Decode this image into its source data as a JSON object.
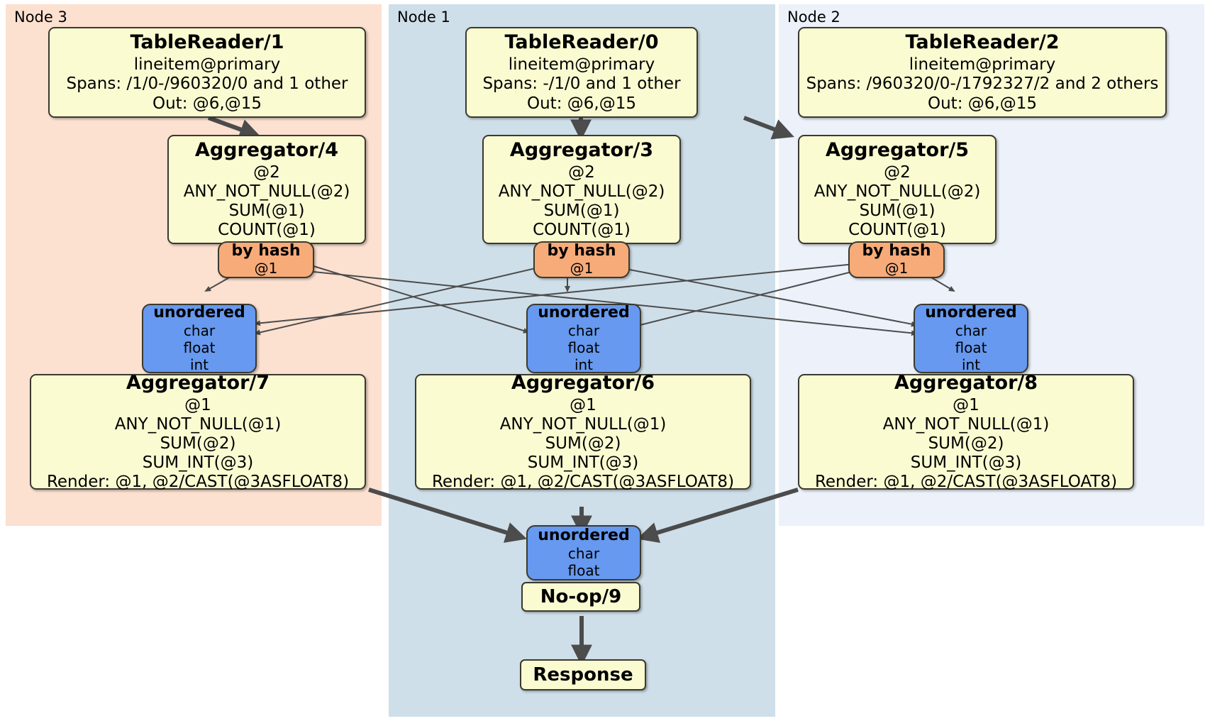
{
  "diagram": {
    "title": "Distributed query execution plan",
    "colors": {
      "node3_bg": "#fce0d0",
      "node1_bg": "#cfdfe9",
      "node2_bg": "#ecf1fa",
      "processor": "#fbfbd2",
      "router": "#f7ab79",
      "sync": "#6699ef",
      "edge": "#4c4c4c",
      "border": "#3a3a2f"
    }
  },
  "regions": [
    {
      "id": "node3",
      "label": "Node 3"
    },
    {
      "id": "node1",
      "label": "Node 1"
    },
    {
      "id": "node2",
      "label": "Node 2"
    }
  ],
  "table_readers": [
    {
      "id": "tr1",
      "title": "TableReader/1",
      "table": "lineitem@primary",
      "spans": "Spans: /1/0-/960320/0 and 1 other",
      "out": "Out: @6,@15"
    },
    {
      "id": "tr0",
      "title": "TableReader/0",
      "table": "lineitem@primary",
      "spans": "Spans: -/1/0 and 1 other",
      "out": "Out: @6,@15"
    },
    {
      "id": "tr2",
      "title": "TableReader/2",
      "table": "lineitem@primary",
      "spans": "Spans: /960320/0-/1792327/2 and 2 others",
      "out": "Out: @6,@15"
    }
  ],
  "upper_aggregators": [
    {
      "id": "agg4",
      "title": "Aggregator/4",
      "group": "@2",
      "f1": "ANY_NOT_NULL(@2)",
      "f2": "SUM(@1)",
      "f3": "COUNT(@1)"
    },
    {
      "id": "agg3",
      "title": "Aggregator/3",
      "group": "@2",
      "f1": "ANY_NOT_NULL(@2)",
      "f2": "SUM(@1)",
      "f3": "COUNT(@1)"
    },
    {
      "id": "agg5",
      "title": "Aggregator/5",
      "group": "@2",
      "f1": "ANY_NOT_NULL(@2)",
      "f2": "SUM(@1)",
      "f3": "COUNT(@1)"
    }
  ],
  "routers": [
    {
      "id": "hash-left",
      "title": "by hash",
      "column": "@1"
    },
    {
      "id": "hash-center",
      "title": "by hash",
      "column": "@1"
    },
    {
      "id": "hash-right",
      "title": "by hash",
      "column": "@1"
    }
  ],
  "syncs": [
    {
      "id": "sync-left",
      "title": "unordered",
      "t1": "char",
      "t2": "float",
      "t3": "int"
    },
    {
      "id": "sync-center",
      "title": "unordered",
      "t1": "char",
      "t2": "float",
      "t3": "int"
    },
    {
      "id": "sync-right",
      "title": "unordered",
      "t1": "char",
      "t2": "float",
      "t3": "int"
    }
  ],
  "lower_aggregators": [
    {
      "id": "agg7",
      "title": "Aggregator/7",
      "group": "@1",
      "f1": "ANY_NOT_NULL(@1)",
      "f2": "SUM(@2)",
      "f3": "SUM_INT(@3)",
      "render": "Render: @1, @2/CAST(@3ASFLOAT8)"
    },
    {
      "id": "agg6",
      "title": "Aggregator/6",
      "group": "@1",
      "f1": "ANY_NOT_NULL(@1)",
      "f2": "SUM(@2)",
      "f3": "SUM_INT(@3)",
      "render": "Render: @1, @2/CAST(@3ASFLOAT8)"
    },
    {
      "id": "agg8",
      "title": "Aggregator/8",
      "group": "@1",
      "f1": "ANY_NOT_NULL(@1)",
      "f2": "SUM(@2)",
      "f3": "SUM_INT(@3)",
      "render": "Render: @1, @2/CAST(@3ASFLOAT8)"
    }
  ],
  "final_sync": {
    "id": "sync-final",
    "title": "unordered",
    "t1": "char",
    "t2": "float"
  },
  "noop": {
    "id": "noop9",
    "title": "No-op/9"
  },
  "response": {
    "id": "response",
    "title": "Response"
  }
}
